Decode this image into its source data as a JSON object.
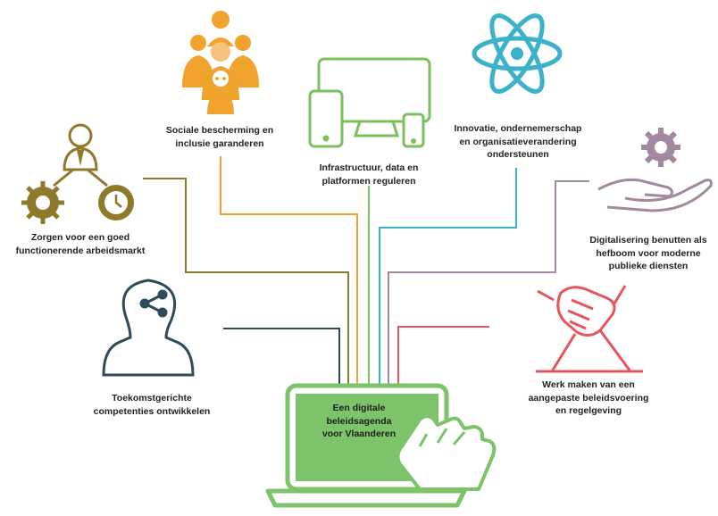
{
  "colors": {
    "orange": "#f0a32d",
    "green": "#7bbf5e",
    "teal": "#3bb2c9",
    "olive": "#8f7a2c",
    "mauve": "#a3899f",
    "navy": "#2e4b5a",
    "red": "#e8545c",
    "laptop": "#7cc36a"
  },
  "center": {
    "title_line1": "Een digitale beleidsagenda",
    "title_line2": "voor Vlaanderen",
    "icon": "laptop-touch-icon"
  },
  "nodes": {
    "sociale": {
      "line1": "Sociale bescherming en",
      "line2": "inclusie garanderen",
      "icon": "people-group-icon"
    },
    "infra": {
      "line1": "Infrastructuur, data en",
      "line2": "platformen reguleren",
      "icon": "devices-icon"
    },
    "innovatie": {
      "line1": "Innovatie, ondernemerschap",
      "line2": "en organisatieverandering",
      "line3": "ondersteunen",
      "icon": "atom-icon"
    },
    "arbeid": {
      "line1": "Zorgen voor een goed",
      "line2": "functionerende arbeidsmarkt",
      "icon": "worker-gear-clock-icon"
    },
    "digitalisering": {
      "line1": "Digitalisering benutten als",
      "line2": "hefboom voor moderne",
      "line3": "publieke diensten",
      "icon": "hand-gear-icon"
    },
    "competenties": {
      "line1": "Toekomstgerichte",
      "line2": "competenties ontwikkelen",
      "icon": "head-share-icon"
    },
    "regelgeving": {
      "line1": "Werk maken van een",
      "line2": "aangepaste beleidsvoering",
      "line3": "en regelgeving",
      "icon": "handshake-icon"
    }
  }
}
